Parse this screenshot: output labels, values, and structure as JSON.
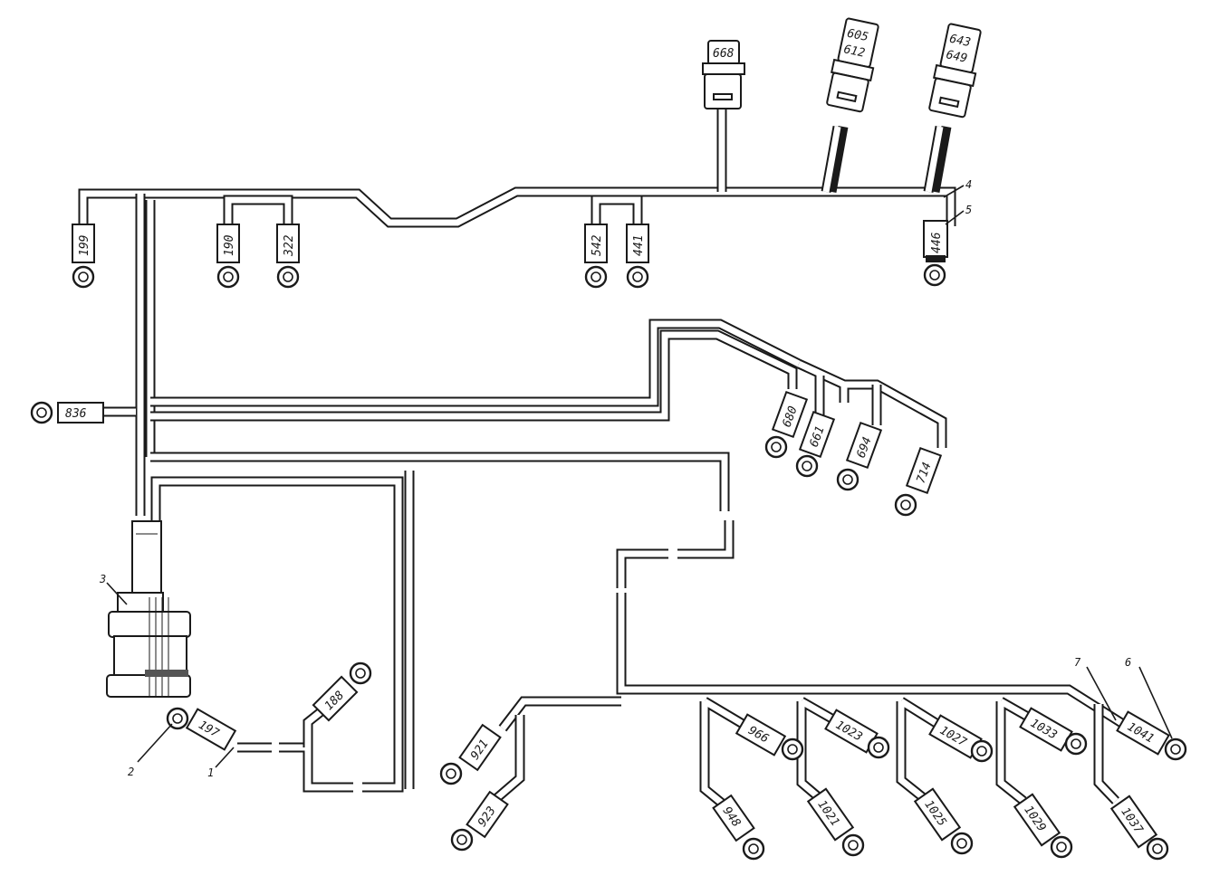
{
  "terminals": {
    "t199": "199",
    "t190": "190",
    "t322": "322",
    "t542": "542",
    "t441": "441",
    "t446": "446",
    "t836": "836",
    "t680": "680",
    "t661": "661",
    "t694": "694",
    "t714": "714",
    "t188": "188",
    "t197": "197",
    "t921": "921",
    "t923": "923",
    "t966": "966",
    "t948": "948",
    "t1023": "1023",
    "t1021": "1021",
    "t1027": "1027",
    "t1025": "1025",
    "t1033": "1033",
    "t1029": "1029",
    "t1041": "1041",
    "t1037": "1037"
  },
  "connectors": {
    "c668": "668",
    "c605_top": "605",
    "c605_bottom": "612",
    "c643_top": "643",
    "c643_bottom": "649"
  },
  "callouts": {
    "n1": "1",
    "n2": "2",
    "n3": "3",
    "n4": "4",
    "n5": "5",
    "n6": "6",
    "n7": "7"
  }
}
